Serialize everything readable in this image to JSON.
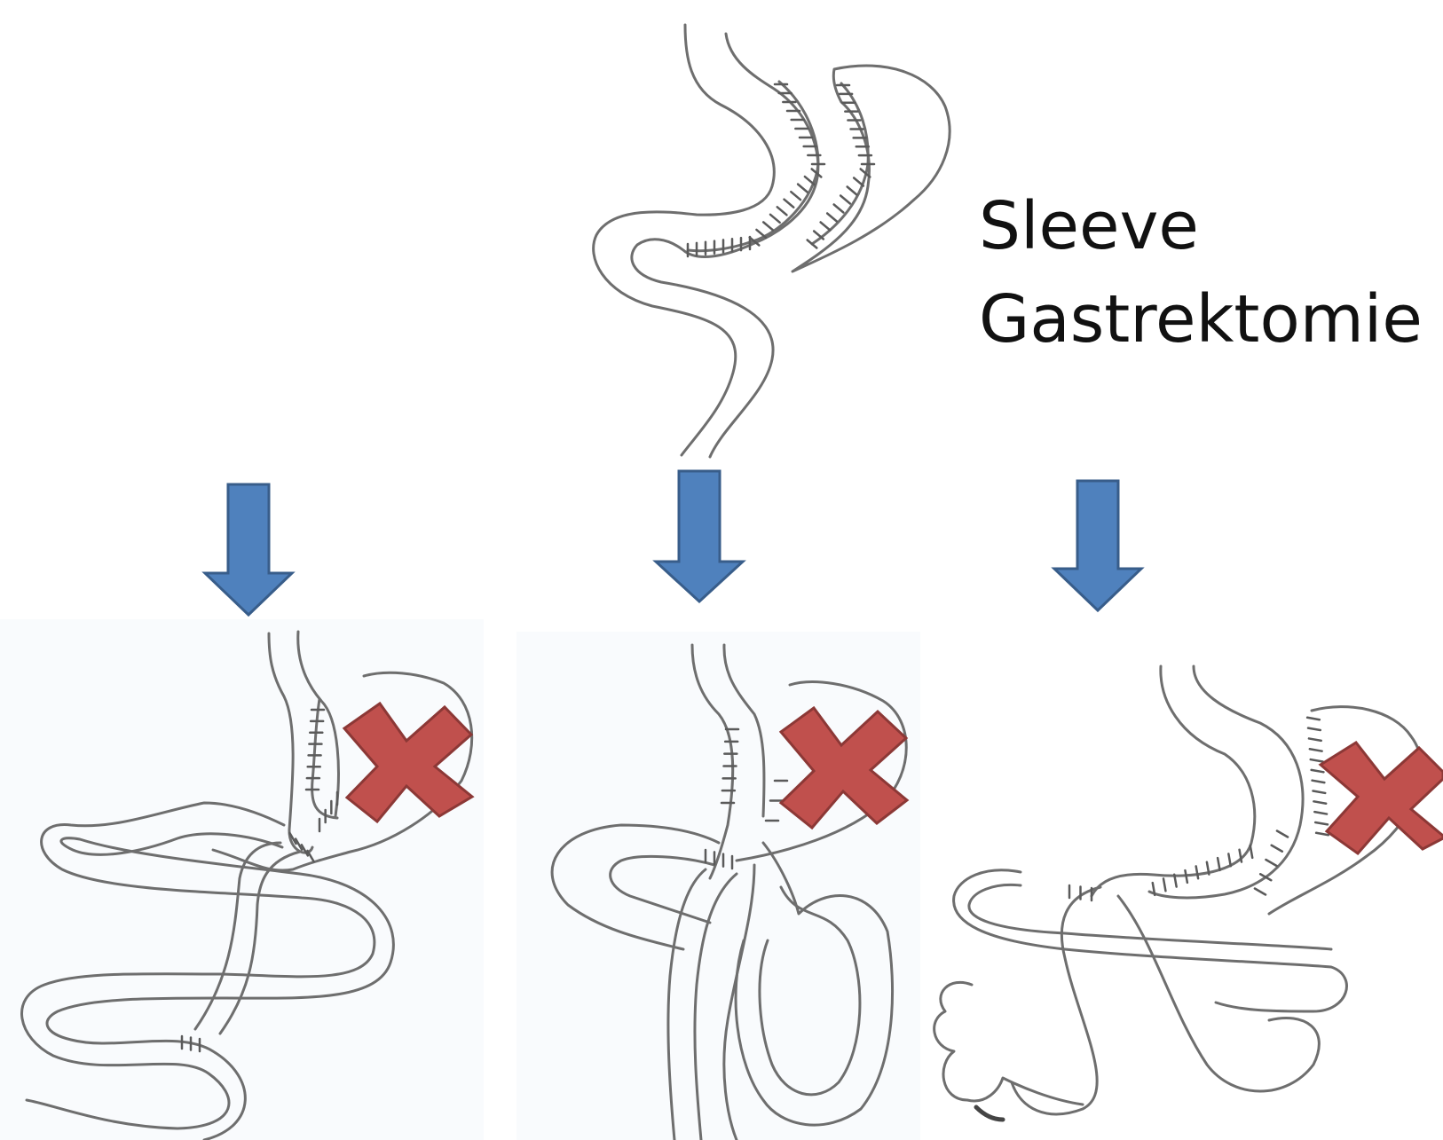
{
  "title": {
    "line1": "Sleeve",
    "line2": "Gastrektomie"
  },
  "colors": {
    "arrow_fill": "#4f81bd",
    "arrow_stroke": "#385d8a",
    "cross_fill": "#c0504d",
    "cross_stroke": "#8c3836",
    "outline": "#6e6e6e",
    "panel_background": "#f9fbfd"
  },
  "icons": {
    "arrow": "down-arrow-icon",
    "cross": "x-mark-icon"
  },
  "arrows": [
    "left-arrow",
    "center-arrow",
    "right-arrow"
  ],
  "crosses": [
    "left-cross",
    "center-cross",
    "right-cross"
  ]
}
